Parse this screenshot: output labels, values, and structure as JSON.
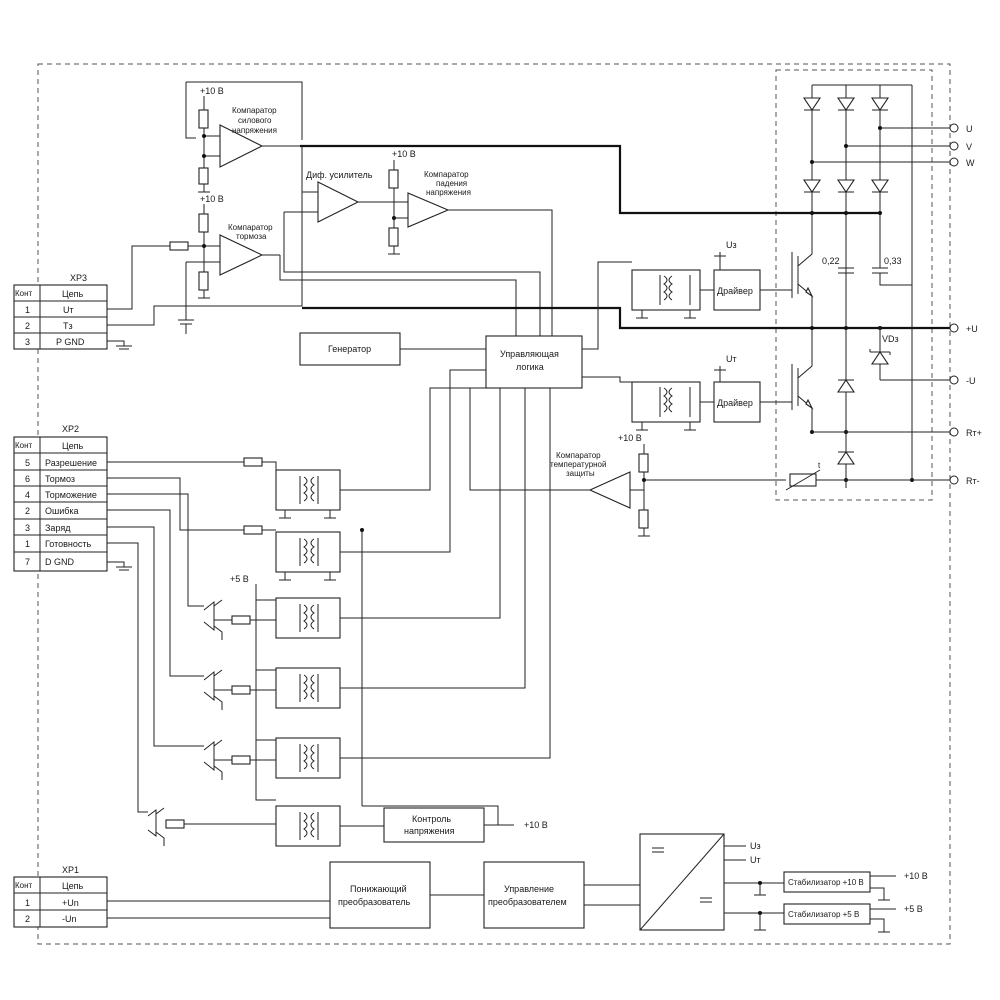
{
  "connectors": {
    "xp3": {
      "title": "XP3",
      "head_pin": "Конт",
      "head_net": "Цепь",
      "rows": [
        {
          "pin": "1",
          "net": "Uт"
        },
        {
          "pin": "2",
          "net": "Tз"
        },
        {
          "pin": "3",
          "net": "P GND"
        }
      ]
    },
    "xp2": {
      "title": "XP2",
      "head_pin": "Конт",
      "head_net": "Цепь",
      "rows": [
        {
          "pin": "5",
          "net": "Разрешение"
        },
        {
          "pin": "6",
          "net": "Тормоз"
        },
        {
          "pin": "4",
          "net": "Торможение"
        },
        {
          "pin": "2",
          "net": "Ошибка"
        },
        {
          "pin": "3",
          "net": "Заряд"
        },
        {
          "pin": "1",
          "net": "Готовность"
        },
        {
          "pin": "7",
          "net": "D GND"
        }
      ]
    },
    "xp1": {
      "title": "XP1",
      "head_pin": "Конт",
      "head_net": "Цепь",
      "rows": [
        {
          "pin": "1",
          "net": "+Un"
        },
        {
          "pin": "2",
          "net": "-Un"
        }
      ]
    }
  },
  "comparators": {
    "power_line1": "Компаратор",
    "power_line2": "силового",
    "power_line3": "напряжения",
    "brake_line1": "Компаратор",
    "brake_line2": "тормоза",
    "drop_line1": "Компаратор",
    "drop_line2": "падения",
    "drop_line3": "напряжения",
    "temp_line1": "Компаратор",
    "temp_line2": "температурной",
    "temp_line3": "защиты"
  },
  "amplifier": "Диф. усилитель",
  "supplies": {
    "plus10": "+10 В",
    "plus5": "+5 В",
    "uz": "Uз",
    "ut": "Uт"
  },
  "blocks": {
    "generator": "Генератор",
    "logic_line1": "Управляющая",
    "logic_line2": "логика",
    "driver": "Драйвер",
    "voltage_monitor_line1": "Контроль",
    "voltage_monitor_line2": "напряжения",
    "buck_line1": "Понижающий",
    "buck_line2": "преобразователь",
    "conv_ctrl_line1": "Управление",
    "conv_ctrl_line2": "преобразователем",
    "stab10": "Стабилизатор +10 В",
    "stab5": "Стабилизатор +5 В"
  },
  "power_stage": {
    "cap1": "0,22",
    "cap2": "0,33",
    "zener": "VDз",
    "thermistor": "t"
  },
  "terminals": {
    "u": "U",
    "v": "V",
    "w": "W",
    "plus_u": "+U",
    "minus_u": "-U",
    "rt_plus": "Rт+",
    "rt_minus": "Rт-"
  },
  "colors": {
    "line": "#222222",
    "background": "#ffffff"
  }
}
